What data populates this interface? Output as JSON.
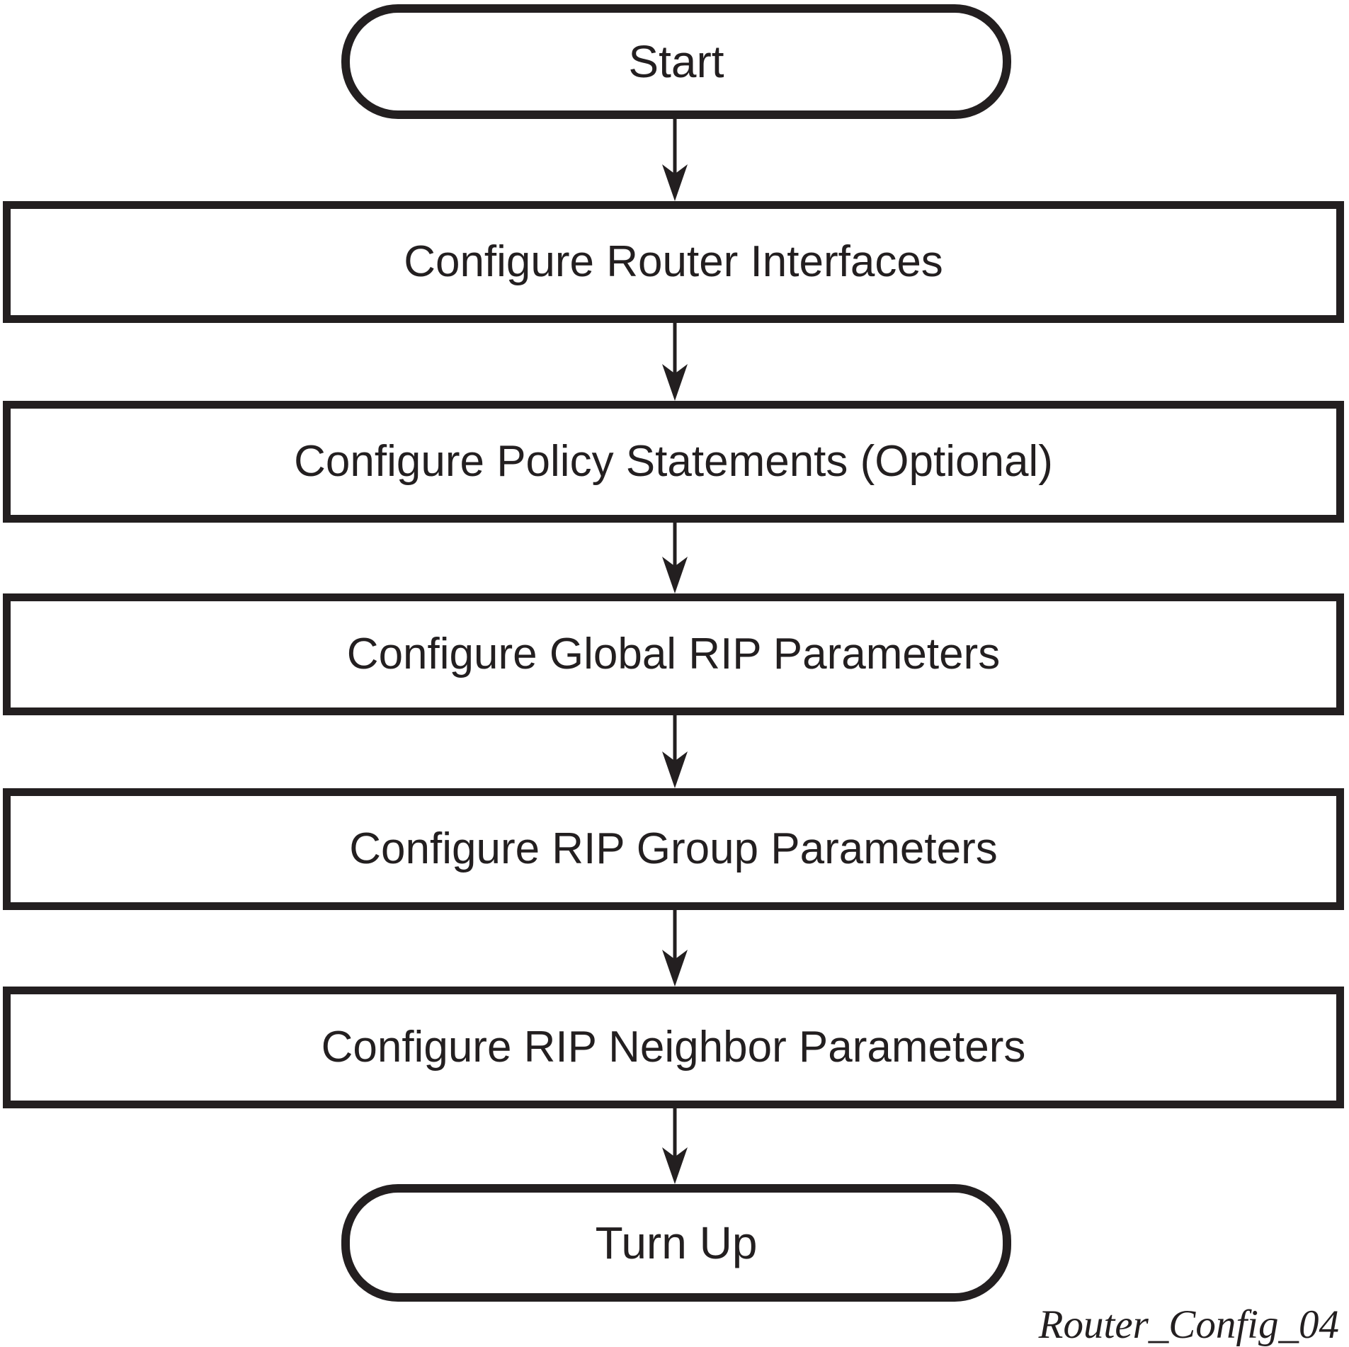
{
  "flowchart": {
    "start": {
      "label": "Start"
    },
    "steps": [
      {
        "label": "Configure Router Interfaces"
      },
      {
        "label": "Configure Policy Statements (Optional)"
      },
      {
        "label": "Configure Global RIP Parameters"
      },
      {
        "label": "Configure RIP Group Parameters"
      },
      {
        "label": "Configure RIP Neighbor Parameters"
      }
    ],
    "end": {
      "label": "Turn Up"
    },
    "caption": "Router_Config_04",
    "colors": {
      "ink": "#231f20",
      "background": "#ffffff"
    }
  }
}
